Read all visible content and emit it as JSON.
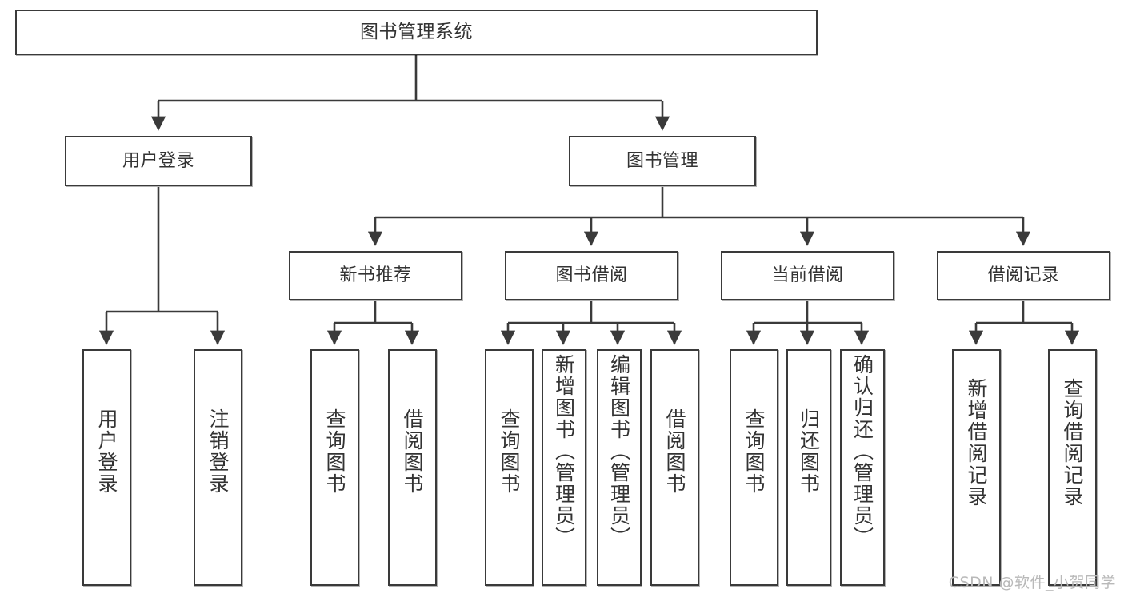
{
  "diagram": {
    "title": "图书管理系统",
    "type": "tree-hierarchy-chart",
    "root": {
      "id": "root",
      "label": "图书管理系统"
    },
    "level2": [
      {
        "id": "user-login",
        "label": "用户登录"
      },
      {
        "id": "book-management",
        "label": "图书管理"
      }
    ],
    "level3": [
      {
        "id": "new-book-recommend",
        "label": "新书推荐"
      },
      {
        "id": "book-borrow",
        "label": "图书借阅"
      },
      {
        "id": "current-borrow",
        "label": "当前借阅"
      },
      {
        "id": "borrow-record",
        "label": "借阅记录"
      }
    ],
    "leaves": [
      {
        "id": "leaf-user-login",
        "label": "用户登录",
        "parent": "user-login"
      },
      {
        "id": "leaf-logout-login",
        "label": "注销登录",
        "parent": "user-login"
      },
      {
        "id": "leaf-query-book-1",
        "label": "查询图书",
        "parent": "new-book-recommend"
      },
      {
        "id": "leaf-borrow-book-1",
        "label": "借阅图书",
        "parent": "new-book-recommend"
      },
      {
        "id": "leaf-query-book-2",
        "label": "查询图书",
        "parent": "book-borrow"
      },
      {
        "id": "leaf-add-book",
        "label": "新增图书（管理员）",
        "parent": "book-borrow"
      },
      {
        "id": "leaf-edit-book",
        "label": "编辑图书（管理员）",
        "parent": "book-borrow"
      },
      {
        "id": "leaf-borrow-book-2",
        "label": "借阅图书",
        "parent": "book-borrow"
      },
      {
        "id": "leaf-query-book-3",
        "label": "查询图书",
        "parent": "current-borrow"
      },
      {
        "id": "leaf-return-book",
        "label": "归还图书",
        "parent": "current-borrow"
      },
      {
        "id": "leaf-confirm-return",
        "label": "确认归还（管理员）",
        "parent": "current-borrow"
      },
      {
        "id": "leaf-add-borrow-record",
        "label": "新增借阅记录",
        "parent": "borrow-record"
      },
      {
        "id": "leaf-query-borrow-record",
        "label": "查询借阅记录",
        "parent": "borrow-record"
      }
    ],
    "colors": {
      "border": "#3a3a3a",
      "text": "#333333",
      "background": "#ffffff",
      "watermark": "#b9b9b9"
    }
  },
  "watermark": {
    "text": "CSDN @软件_小贺同学"
  }
}
